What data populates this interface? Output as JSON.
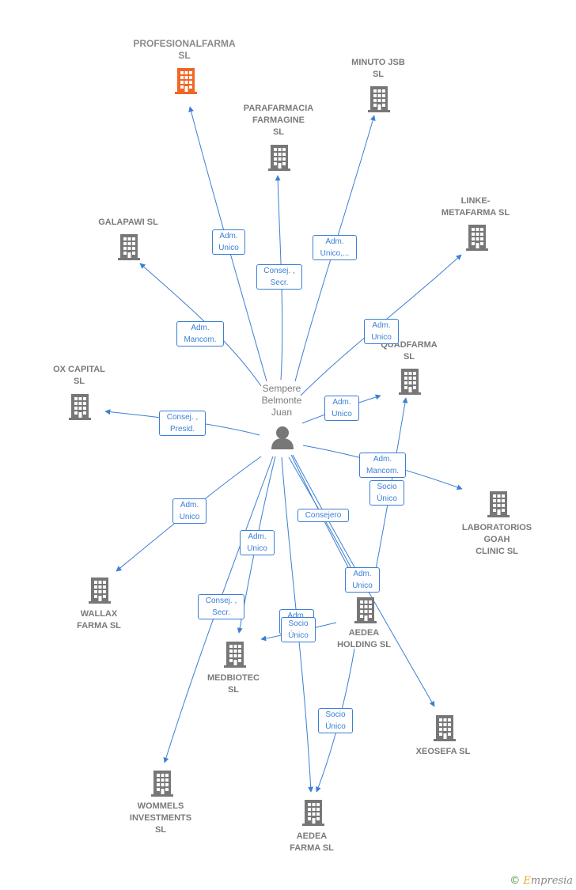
{
  "person": {
    "name": "Sempere\nBelmonte\nJuan"
  },
  "companies": [
    {
      "id": "profesionalfarma",
      "label": "PROFESIONALFARMA\nSL",
      "highlight": true
    },
    {
      "id": "minuto",
      "label": "MINUTO JSB\nSL"
    },
    {
      "id": "parafarmacia",
      "label": "PARAFARMACIA\nFARMAGINE\nSL"
    },
    {
      "id": "linke",
      "label": "LINKE-\nMETAFARMA SL"
    },
    {
      "id": "galapawi",
      "label": "GALAPAWI SL"
    },
    {
      "id": "quadfarma",
      "label": "QUADFARMA\nSL"
    },
    {
      "id": "oxcapital",
      "label": "OX CAPITAL\nSL"
    },
    {
      "id": "laboratorios",
      "label": "LABORATORIOS\nGOAH\nCLINIC SL"
    },
    {
      "id": "wallax",
      "label": "WALLAX\nFARMA SL"
    },
    {
      "id": "aedeaholding",
      "label": "AEDEA\nHOLDING SL"
    },
    {
      "id": "medbiotec",
      "label": "MEDBIOTEC\nSL"
    },
    {
      "id": "xeosefa",
      "label": "XEOSEFA SL"
    },
    {
      "id": "wommels",
      "label": "WOMMELS\nINVESTMENTS\nSL"
    },
    {
      "id": "aedeafarma",
      "label": "AEDEA\nFARMA SL"
    }
  ],
  "edge_labels": [
    {
      "id": "e-profesionalfarma",
      "text": "Adm.\nUnico"
    },
    {
      "id": "e-parafarmacia",
      "text": "Consej. ,\nSecr."
    },
    {
      "id": "e-minuto",
      "text": "Adm.\nUnico,..."
    },
    {
      "id": "e-galapawi",
      "text": "Adm.\nMancom."
    },
    {
      "id": "e-linke",
      "text": "Adm.\nUnico"
    },
    {
      "id": "e-quadfarma",
      "text": "Adm.\nUnico"
    },
    {
      "id": "e-oxcapital",
      "text": "Consej. ,\nPresid."
    },
    {
      "id": "e-laboratorios",
      "text": "Adm.\nMancom."
    },
    {
      "id": "e-quad-socio",
      "text": "Socio\nÚnico"
    },
    {
      "id": "e-wallax",
      "text": "Adm.\nUnico"
    },
    {
      "id": "e-consejero",
      "text": "Consejero"
    },
    {
      "id": "e-medbiotec",
      "text": "Adm.\nUnico"
    },
    {
      "id": "e-aedeaholding",
      "text": "Adm.\nUnico"
    },
    {
      "id": "e-wommels",
      "text": "Consej. ,\nSecr."
    },
    {
      "id": "e-aedeafarma-adm",
      "text": "Adm.\nUnico"
    },
    {
      "id": "e-holding-medbiotec",
      "text": "Socio\nÚnico"
    },
    {
      "id": "e-holding-farma",
      "text": "Socio\nÚnico"
    }
  ],
  "colors": {
    "edge": "#3b7fd4",
    "building": "#777777",
    "highlight": "#f26522"
  },
  "footer": {
    "copyright": "©",
    "brand_e": "E",
    "brand_rest": "mpresia"
  }
}
